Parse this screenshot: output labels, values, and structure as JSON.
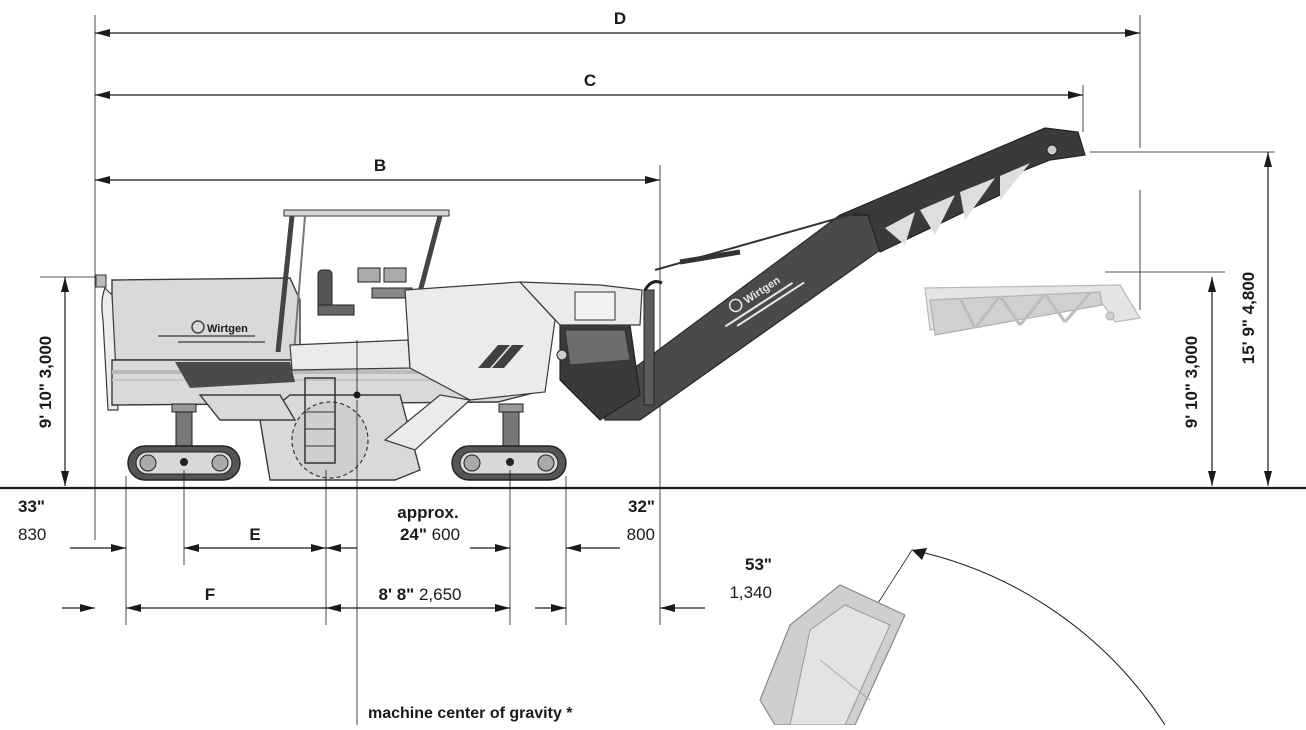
{
  "dimension_letters": {
    "D": "D",
    "C": "C",
    "B": "B",
    "E": "E",
    "F": "F"
  },
  "left_height": {
    "imperial": "9' 10\"",
    "metric": "3,000"
  },
  "right_height_low": {
    "imperial": "9' 10\"",
    "metric": "3,000"
  },
  "right_height_high": {
    "imperial": "15' 9\"",
    "metric": "4,800"
  },
  "bottom_dims": {
    "left_overhang": {
      "imperial": "33\"",
      "metric": "830"
    },
    "center_gap": {
      "prefix": "approx.",
      "imperial": "24\"",
      "metric": "600"
    },
    "rear_overhang": {
      "imperial": "32\"",
      "metric": "800"
    },
    "track_span": {
      "imperial": "8' 8\"",
      "metric": "2,650"
    },
    "front_overhang": {
      "imperial": "53\"",
      "metric": "1,340"
    }
  },
  "brand": "Wirtgen",
  "cog_label": "machine center of gravity *"
}
